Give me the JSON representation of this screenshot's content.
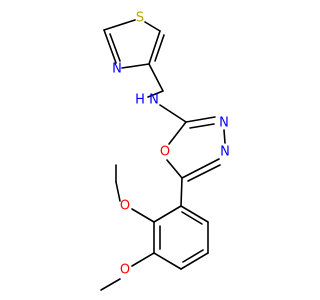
{
  "molecule": {
    "atoms": [
      {
        "id": "S1",
        "label": "S",
        "color": "#b8a800"
      },
      {
        "id": "N1",
        "label": "N",
        "color": "#0000ff"
      },
      {
        "id": "NH",
        "label": "N",
        "color": "#0000ff"
      },
      {
        "id": "H",
        "label": "H",
        "color": "#0000ff"
      },
      {
        "id": "N2",
        "label": "N",
        "color": "#0000ff"
      },
      {
        "id": "N3",
        "label": "N",
        "color": "#0000ff"
      },
      {
        "id": "O1",
        "label": "O",
        "color": "#ff0000"
      },
      {
        "id": "O2",
        "label": "O",
        "color": "#ff0000"
      },
      {
        "id": "O3",
        "label": "O",
        "color": "#ff0000"
      }
    ]
  }
}
